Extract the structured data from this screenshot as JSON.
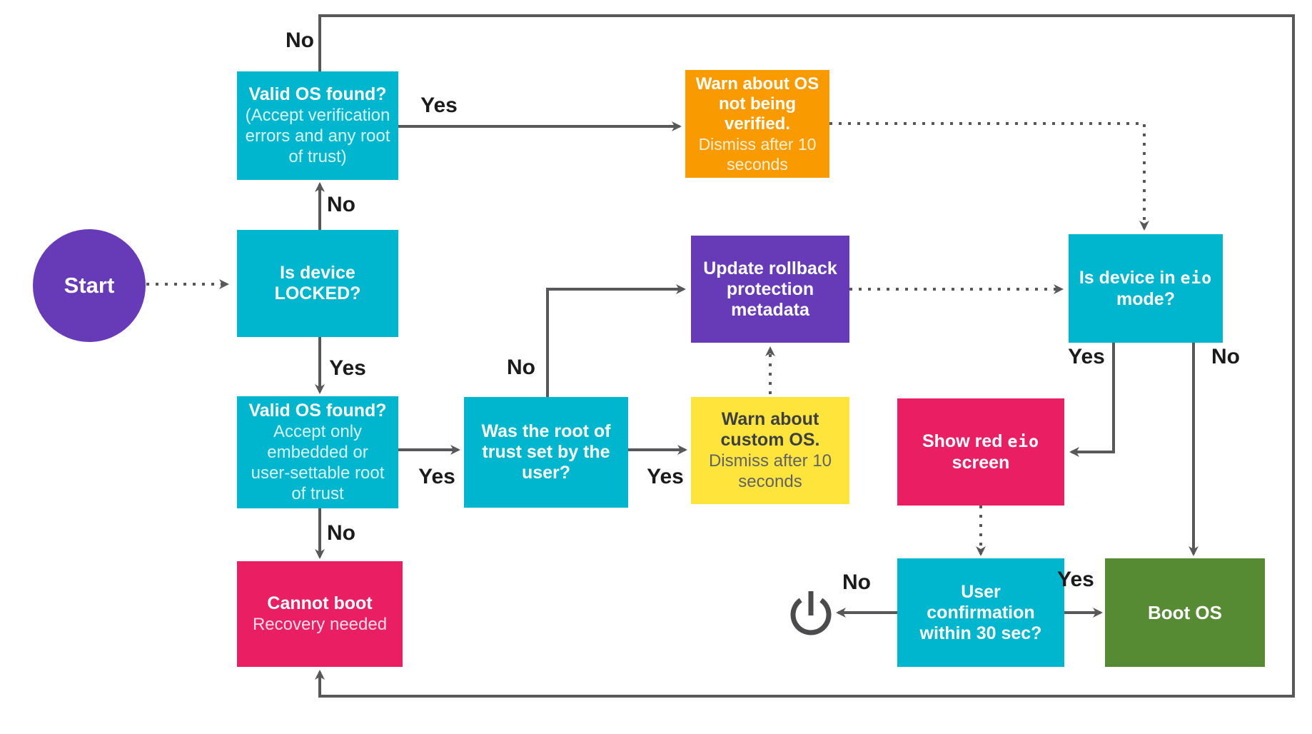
{
  "colors": {
    "cyan": "#00B6CE",
    "purple": "#673AB7",
    "orange": "#F99B00",
    "yellow": "#FFE43C",
    "pink": "#E91E63",
    "green": "#568A33",
    "wire": "#58585A",
    "edge_label": "#1B1B1B",
    "power_icon": "#4B4B4D"
  },
  "nodes": {
    "start": {
      "label": "Start"
    },
    "valid_os_top": {
      "title": "Valid OS found?",
      "subtitle": "(Accept verification\nerrors and any root\nof trust)"
    },
    "locked": {
      "title": "Is device\nLOCKED?"
    },
    "valid_os_locked": {
      "title": "Valid OS found?",
      "subtitle": "Accept only\nembedded or\nuser-settable root\nof trust"
    },
    "cannot_boot": {
      "title": "Cannot boot",
      "subtitle": "Recovery needed"
    },
    "root_trust": {
      "title": "Was the root of\ntrust set by the\nuser?"
    },
    "warn_os": {
      "title": "Warn about OS\nnot being\nverified.",
      "subtitle": "Dismiss after 10\nseconds"
    },
    "warn_custom": {
      "title": "Warn about\ncustom OS.",
      "subtitle": "Dismiss after 10\nseconds"
    },
    "update_rollback": {
      "title": "Update rollback\nprotection\nmetadata"
    },
    "eio_mode": {
      "title_pre": "Is device in ",
      "title_code": "eio",
      "title_post": "\nmode?"
    },
    "show_red": {
      "title_pre": "Show red ",
      "title_code": "eio",
      "title_post": "\nscreen"
    },
    "user_conf": {
      "title": "User\nconfirmation\nwithin 30 sec?"
    },
    "boot_os": {
      "title": "Boot OS"
    }
  },
  "edge_labels": {
    "no_top_loop": "No",
    "no_locked_up": "No",
    "yes_valid_top": "Yes",
    "yes_locked_down": "Yes",
    "yes_valid_locked": "Yes",
    "no_valid_locked": "No",
    "no_root_up": "No",
    "yes_root": "Yes",
    "yes_eio": "Yes",
    "no_eio": "No",
    "no_user_conf": "No",
    "yes_user_conf": "Yes"
  }
}
